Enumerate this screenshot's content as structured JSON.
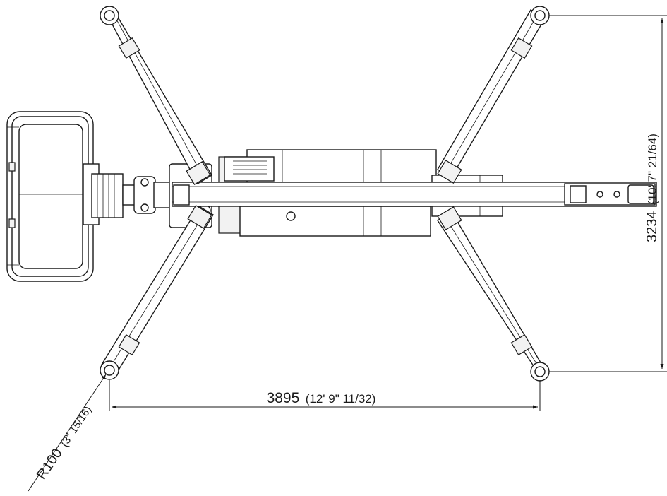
{
  "dimensions": {
    "width": {
      "value": "3895",
      "imperial": "(12' 9\" 11/32)"
    },
    "height": {
      "value": "3234",
      "imperial": "(10' 7\" 21/64)"
    },
    "radius": {
      "value": "R100",
      "imperial": "(3\" 15/16)"
    }
  }
}
